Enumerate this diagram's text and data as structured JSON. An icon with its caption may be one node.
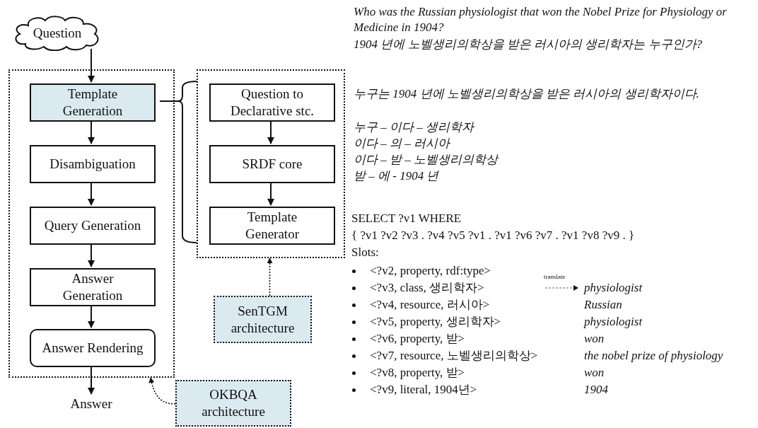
{
  "diagram": {
    "nodes": [
      {
        "text": [
          "Question"
        ]
      },
      {
        "text": [],
        "shape": "box"
      },
      {
        "text": [
          "Template Generation"
        ],
        "in": 1
      },
      {
        "text": [
          "Disambiguation"
        ],
        "in": 1
      },
      {
        "text": [
          "Query Generation"
        ],
        "in": 1
      },
      {
        "text": [
          "Answer Generation"
        ],
        "in": 1
      },
      {
        "text": [
          "Answer Rendering"
        ],
        "in": 1
      },
      {
        "text": [
          "Answer"
        ]
      },
      {
        "text": [],
        "shape": "box"
      },
      {
        "text": [
          "Question to Declarative stc."
        ],
        "in": 8
      },
      {
        "text": [
          "SRDF core"
        ],
        "in": 8
      },
      {
        "text": [
          "Template Generator"
        ],
        "in": 8
      },
      {
        "text": [
          "SenTGM architecture"
        ]
      },
      {
        "text": [
          "OKBQA architecture"
        ]
      }
    ],
    "edges": [
      {
        "from": 0,
        "to": 2,
        "arrow": "to"
      },
      {
        "from": 2,
        "to": 3,
        "arrow": "to"
      },
      {
        "from": 3,
        "to": 4,
        "arrow": "to"
      },
      {
        "from": 4,
        "to": 5,
        "arrow": "to"
      },
      {
        "from": 5,
        "to": 6,
        "arrow": "to"
      },
      {
        "from": 6,
        "to": 7,
        "arrow": "to"
      },
      {
        "from": 9,
        "to": 10,
        "arrow": "to"
      },
      {
        "from": 10,
        "to": 11,
        "arrow": "to"
      },
      {
        "from": 2,
        "to": 8,
        "arrow": "none"
      },
      {
        "from": 12,
        "to": 8,
        "arrow": "to",
        "style": "dashed"
      },
      {
        "from": 13,
        "to": 1,
        "arrow": "to",
        "style": "dashed"
      }
    ],
    "labels": [
      "Who was the Russian physiologist that won the Nobel Prize for Physiology or Medicine in 1904?",
      "1904 년에 노벨생리의학상을 받은 러시아의 생리학자는 누구인가?",
      "누구는 1904 년에 노벨생리의학상을 받은 러시아의 생리학자이다.",
      "누구 – 이다 – 생리학자",
      "이다 – 의 – 러시아",
      "이다 – 받 – 노벨생리의학상",
      "받 – 에 - 1904 년",
      "SELECT ?v1 WHERE",
      "{ ?v1 ?v2 ?v3 . ?v4 ?v5 ?v1 . ?v1 ?v6 ?v7 . ?v1 ?v8 ?v9 . }",
      "Slots:",
      "<?v2, property, rdf:type>",
      "<?v3, class, 생리학자>",
      "translate",
      "physiologist",
      "<?v4, resource, 러시아>",
      "Russian",
      "<?v5, property, 생리학자>",
      "physiologist",
      "<?v6, property, 받>",
      "won",
      "<?v7, resource, 노벨생리의학상>",
      "the nobel prize of physiology",
      "<?v8, property, 받>",
      "won",
      "<?v9, literal, 1904년>",
      "1904"
    ]
  }
}
